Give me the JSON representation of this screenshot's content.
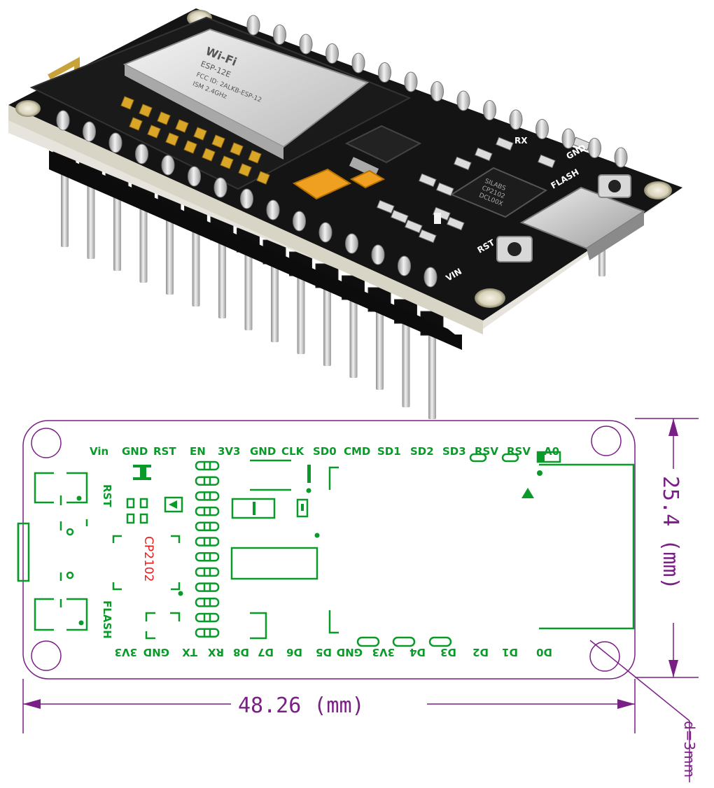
{
  "photo": {
    "module_text": [
      "Wi-Fi",
      "ESP-12E",
      "FCC ID: 2ALKB-ESP-12",
      "ISM 2.4GHz"
    ],
    "usb_chip_text": [
      "SILABS",
      "CP2102",
      "DCL00X"
    ],
    "silk_labels": {
      "rx": "RX",
      "rst": "RST",
      "flash": "FLASH",
      "gnd": "GND",
      "vin": "VIN"
    }
  },
  "diagram": {
    "top_pins": [
      "Vin",
      "GND",
      "RST",
      "EN",
      "3V3",
      "GND",
      "CLK",
      "SD0",
      "CMD",
      "SD1",
      "SD2",
      "SD3",
      "RSV",
      "RSV",
      "A0"
    ],
    "bottom_pins": [
      "3V3",
      "GND",
      "TX",
      "RX",
      "D8",
      "D7",
      "D6",
      "D5",
      "GND",
      "3V3",
      "D4",
      "D3",
      "D2",
      "D1",
      "D0"
    ],
    "rst_label": "RST",
    "flash_label": "FLASH",
    "chip_label": "CP2102",
    "width_label": "48.26 (mm)",
    "height_label": "25.4 (mm)",
    "hole_label": "d=3mm"
  },
  "colors": {
    "green": "#0a9a2a",
    "purple": "#7a1f86",
    "red": "#e81c1c",
    "pcb": "#141414"
  }
}
